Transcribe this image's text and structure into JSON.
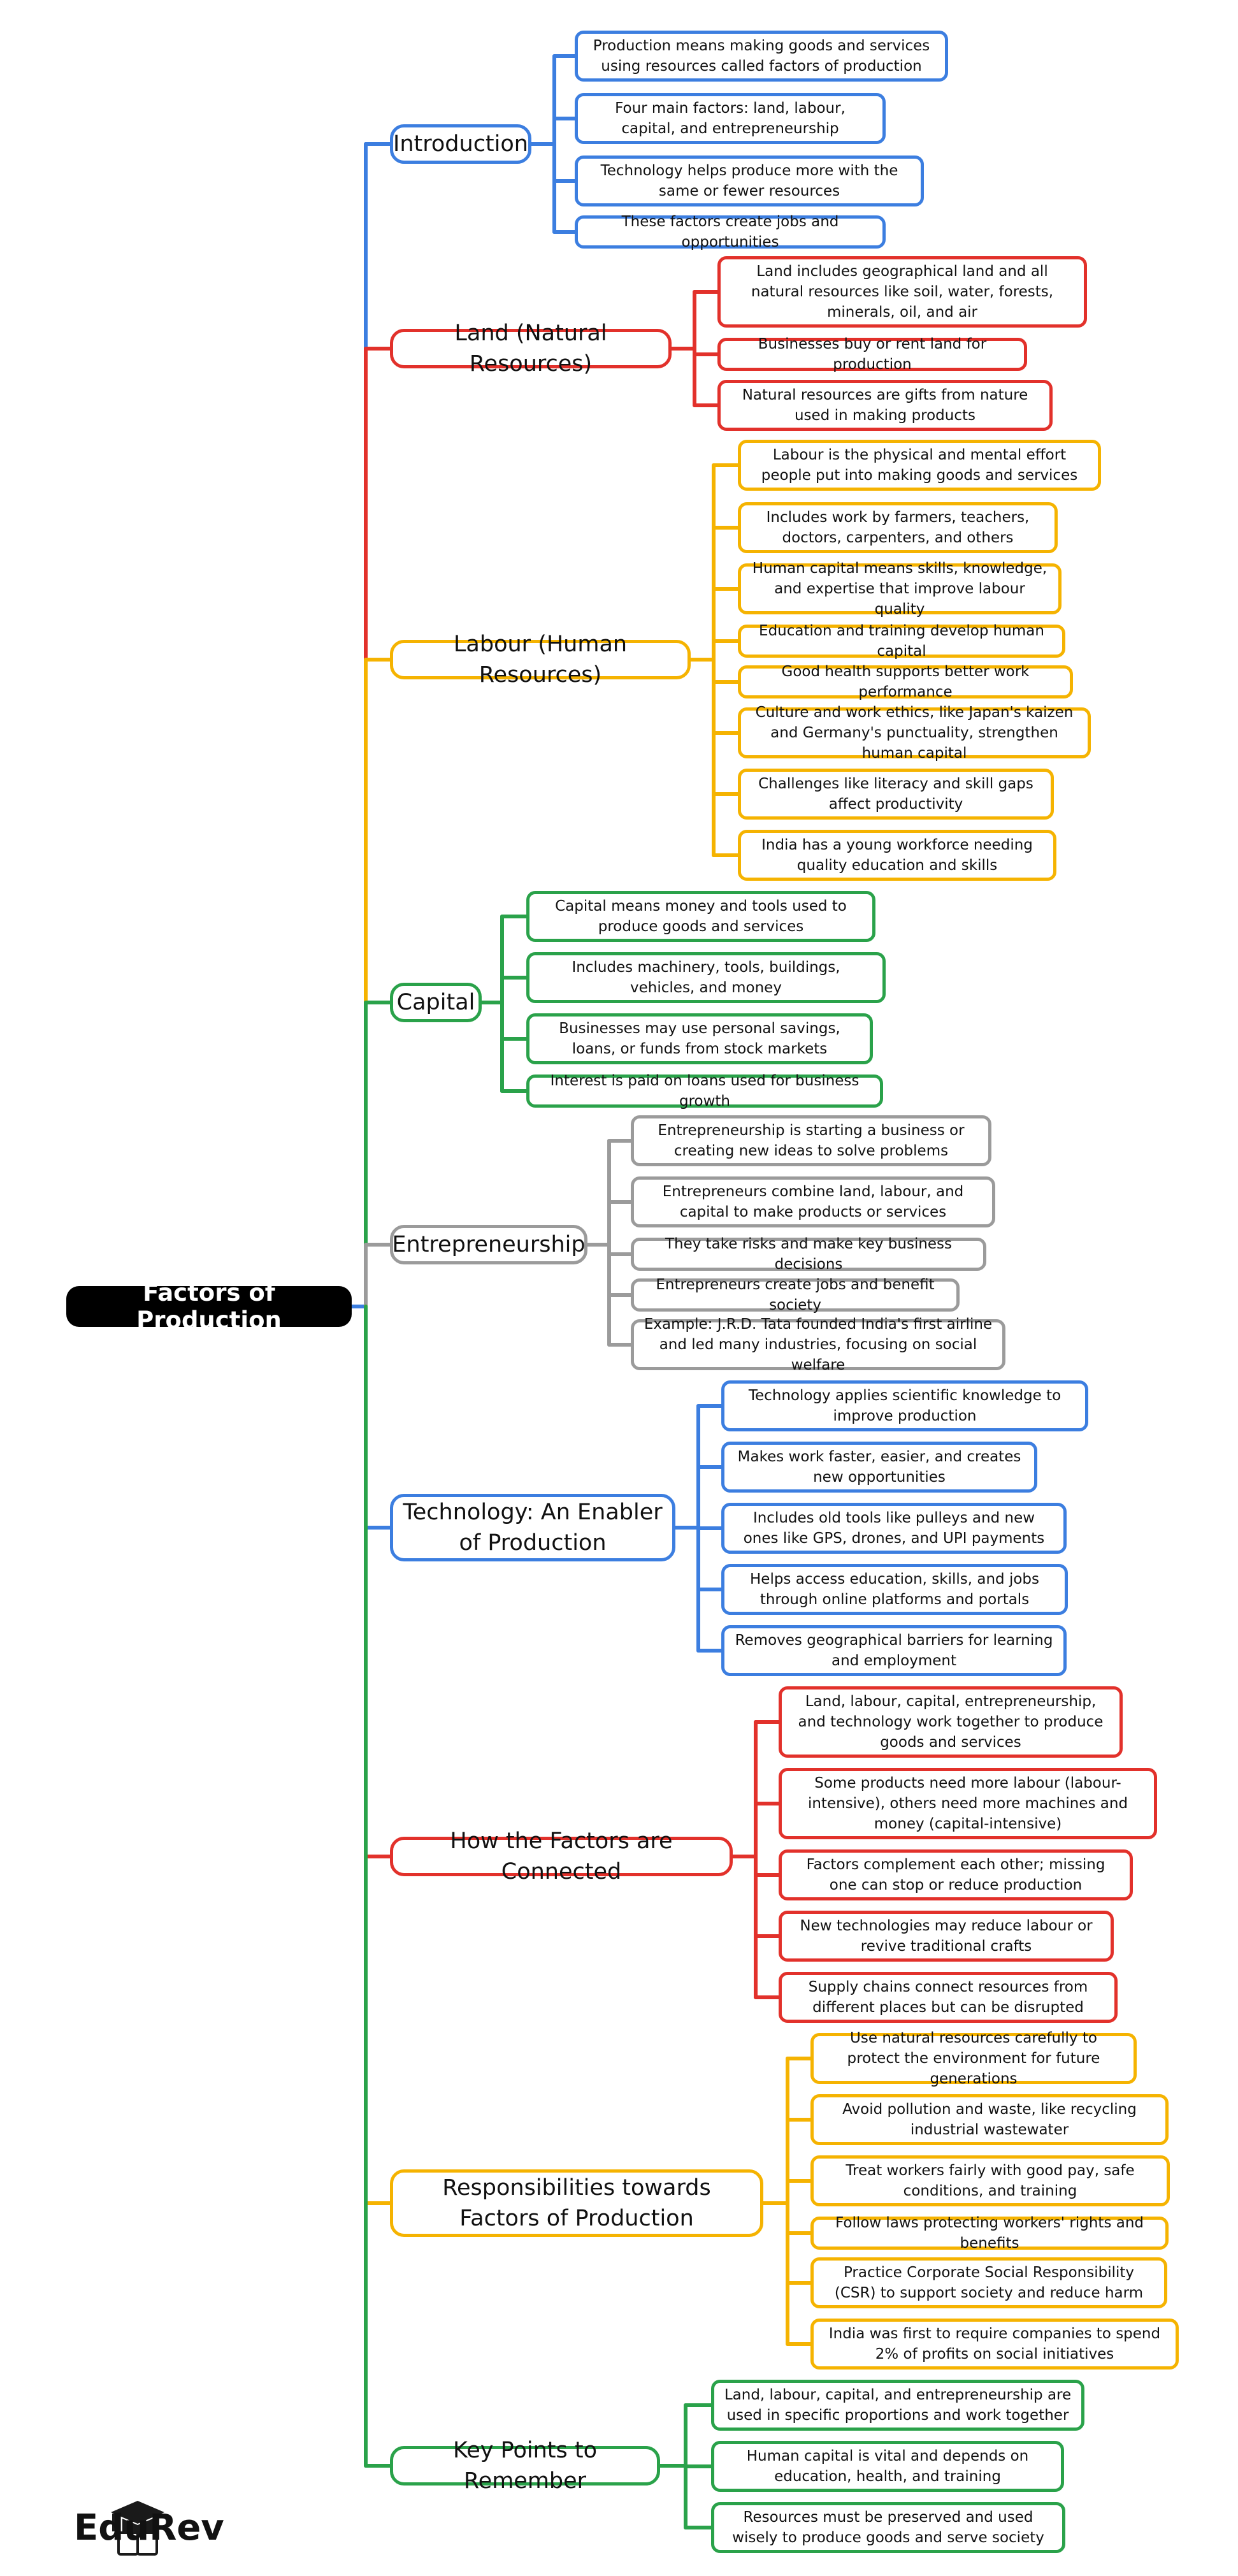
{
  "root": {
    "label": "Factors of Production"
  },
  "colors": {
    "blue": "#3c7ee0",
    "red": "#e2312b",
    "yellow": "#f5b301",
    "green": "#2aa24a",
    "gray": "#9b9b9b"
  },
  "branches": [
    {
      "label": "Introduction",
      "color": "#3c7ee0",
      "items": [
        "Production means making goods and services using resources called factors of production",
        "Four main factors: land, labour, capital, and entrepreneurship",
        "Technology helps produce more with the same or fewer resources",
        "These factors create jobs and opportunities"
      ]
    },
    {
      "label": "Land (Natural Resources)",
      "color": "#e2312b",
      "items": [
        "Land includes geographical land and all natural resources like soil, water, forests, minerals, oil, and air",
        "Businesses buy or rent land for production",
        "Natural resources are gifts from nature used in making products"
      ]
    },
    {
      "label": "Labour (Human Resources)",
      "color": "#f5b301",
      "items": [
        "Labour is the physical and mental effort people put into making goods and services",
        "Includes work by farmers, teachers, doctors, carpenters, and others",
        "Human capital means skills, knowledge, and expertise that improve labour quality",
        "Education and training develop human capital",
        "Good health supports better work performance",
        "Culture and work ethics, like Japan's kaizen and Germany's punctuality, strengthen human capital",
        "Challenges like literacy and skill gaps affect productivity",
        "India has a young workforce needing quality education and skills"
      ]
    },
    {
      "label": "Capital",
      "color": "#2aa24a",
      "items": [
        "Capital means money and tools used to produce goods and services",
        "Includes machinery, tools, buildings, vehicles, and money",
        "Businesses may use personal savings, loans, or funds from stock markets",
        "Interest is paid on loans used for business growth"
      ]
    },
    {
      "label": "Entrepreneurship",
      "color": "#9b9b9b",
      "items": [
        "Entrepreneurship is starting a business or creating new ideas to solve problems",
        "Entrepreneurs combine land, labour, and capital to make products or services",
        "They take risks and make key business decisions",
        "Entrepreneurs create jobs and benefit society",
        "Example: J.R.D. Tata founded India's first airline and led many industries, focusing on social welfare"
      ]
    },
    {
      "label": "Technology: An Enabler of Production",
      "color": "#3c7ee0",
      "items": [
        "Technology applies scientific knowledge to improve production",
        "Makes work faster, easier, and creates new opportunities",
        "Includes old tools like pulleys and new ones like GPS, drones, and UPI payments",
        "Helps access education, skills, and jobs through online platforms and portals",
        "Removes geographical barriers for learning and employment"
      ]
    },
    {
      "label": "How the Factors are Connected",
      "color": "#e2312b",
      "items": [
        "Land, labour, capital, entrepreneurship, and technology work together to produce goods and services",
        "Some products need more labour (labour-intensive), others need more machines and money (capital-intensive)",
        "Factors complement each other; missing one can stop or reduce production",
        "New technologies may reduce labour or revive traditional crafts",
        "Supply chains connect resources from different places but can be disrupted"
      ]
    },
    {
      "label": "Responsibilities towards Factors of Production",
      "color": "#f5b301",
      "items": [
        "Use natural resources carefully to protect the environment for future generations",
        "Avoid pollution and waste, like recycling industrial wastewater",
        "Treat workers fairly with good pay, safe conditions, and training",
        "Follow laws protecting workers' rights and benefits",
        "Practice Corporate Social Responsibility (CSR) to support society and reduce harm",
        "India was first to require companies to spend 2% of profits on social initiatives"
      ]
    },
    {
      "label": "Key Points to Remember",
      "color": "#2aa24a",
      "items": [
        "Land, labour, capital, and entrepreneurship are used in specific proportions and work together",
        "Human capital is vital and depends on education, health, and training",
        "Resources must be preserved and used wisely to produce goods and serve society"
      ]
    }
  ],
  "brand": {
    "name": "EduRev",
    "icon": "graduation-cap-icon"
  }
}
